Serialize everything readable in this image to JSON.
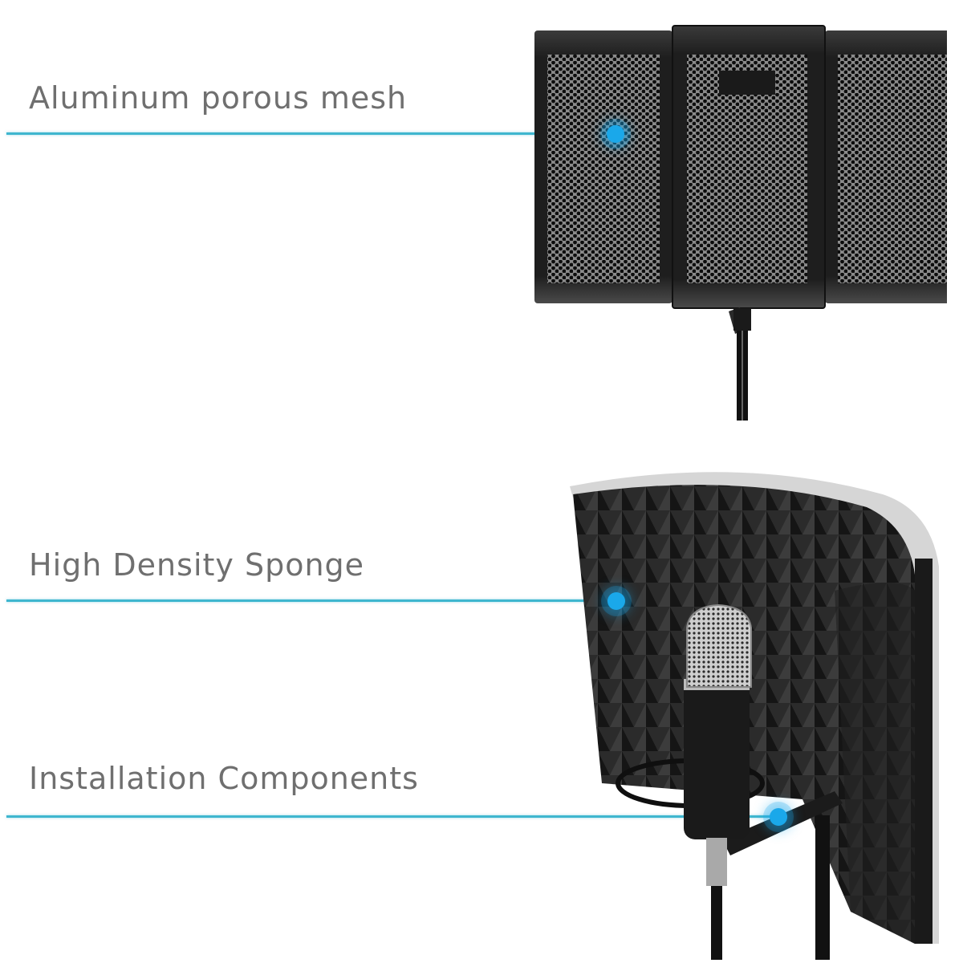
{
  "features": [
    {
      "label": "Aluminum porous mesh",
      "target": "mesh-panel"
    },
    {
      "label": "High Density Sponge",
      "target": "foam-panel"
    },
    {
      "label": "Installation Components",
      "target": "mount-bracket"
    }
  ],
  "colors": {
    "background": "#ffffff",
    "label_text": "#6f6f6f",
    "callout_line": "#3fb6cf",
    "callout_dot": "#1aa8ea",
    "panel_dark": "#1c1c1c",
    "foam": "#2a2a2a"
  },
  "icons": {
    "callout_marker": "glowing-dot"
  }
}
